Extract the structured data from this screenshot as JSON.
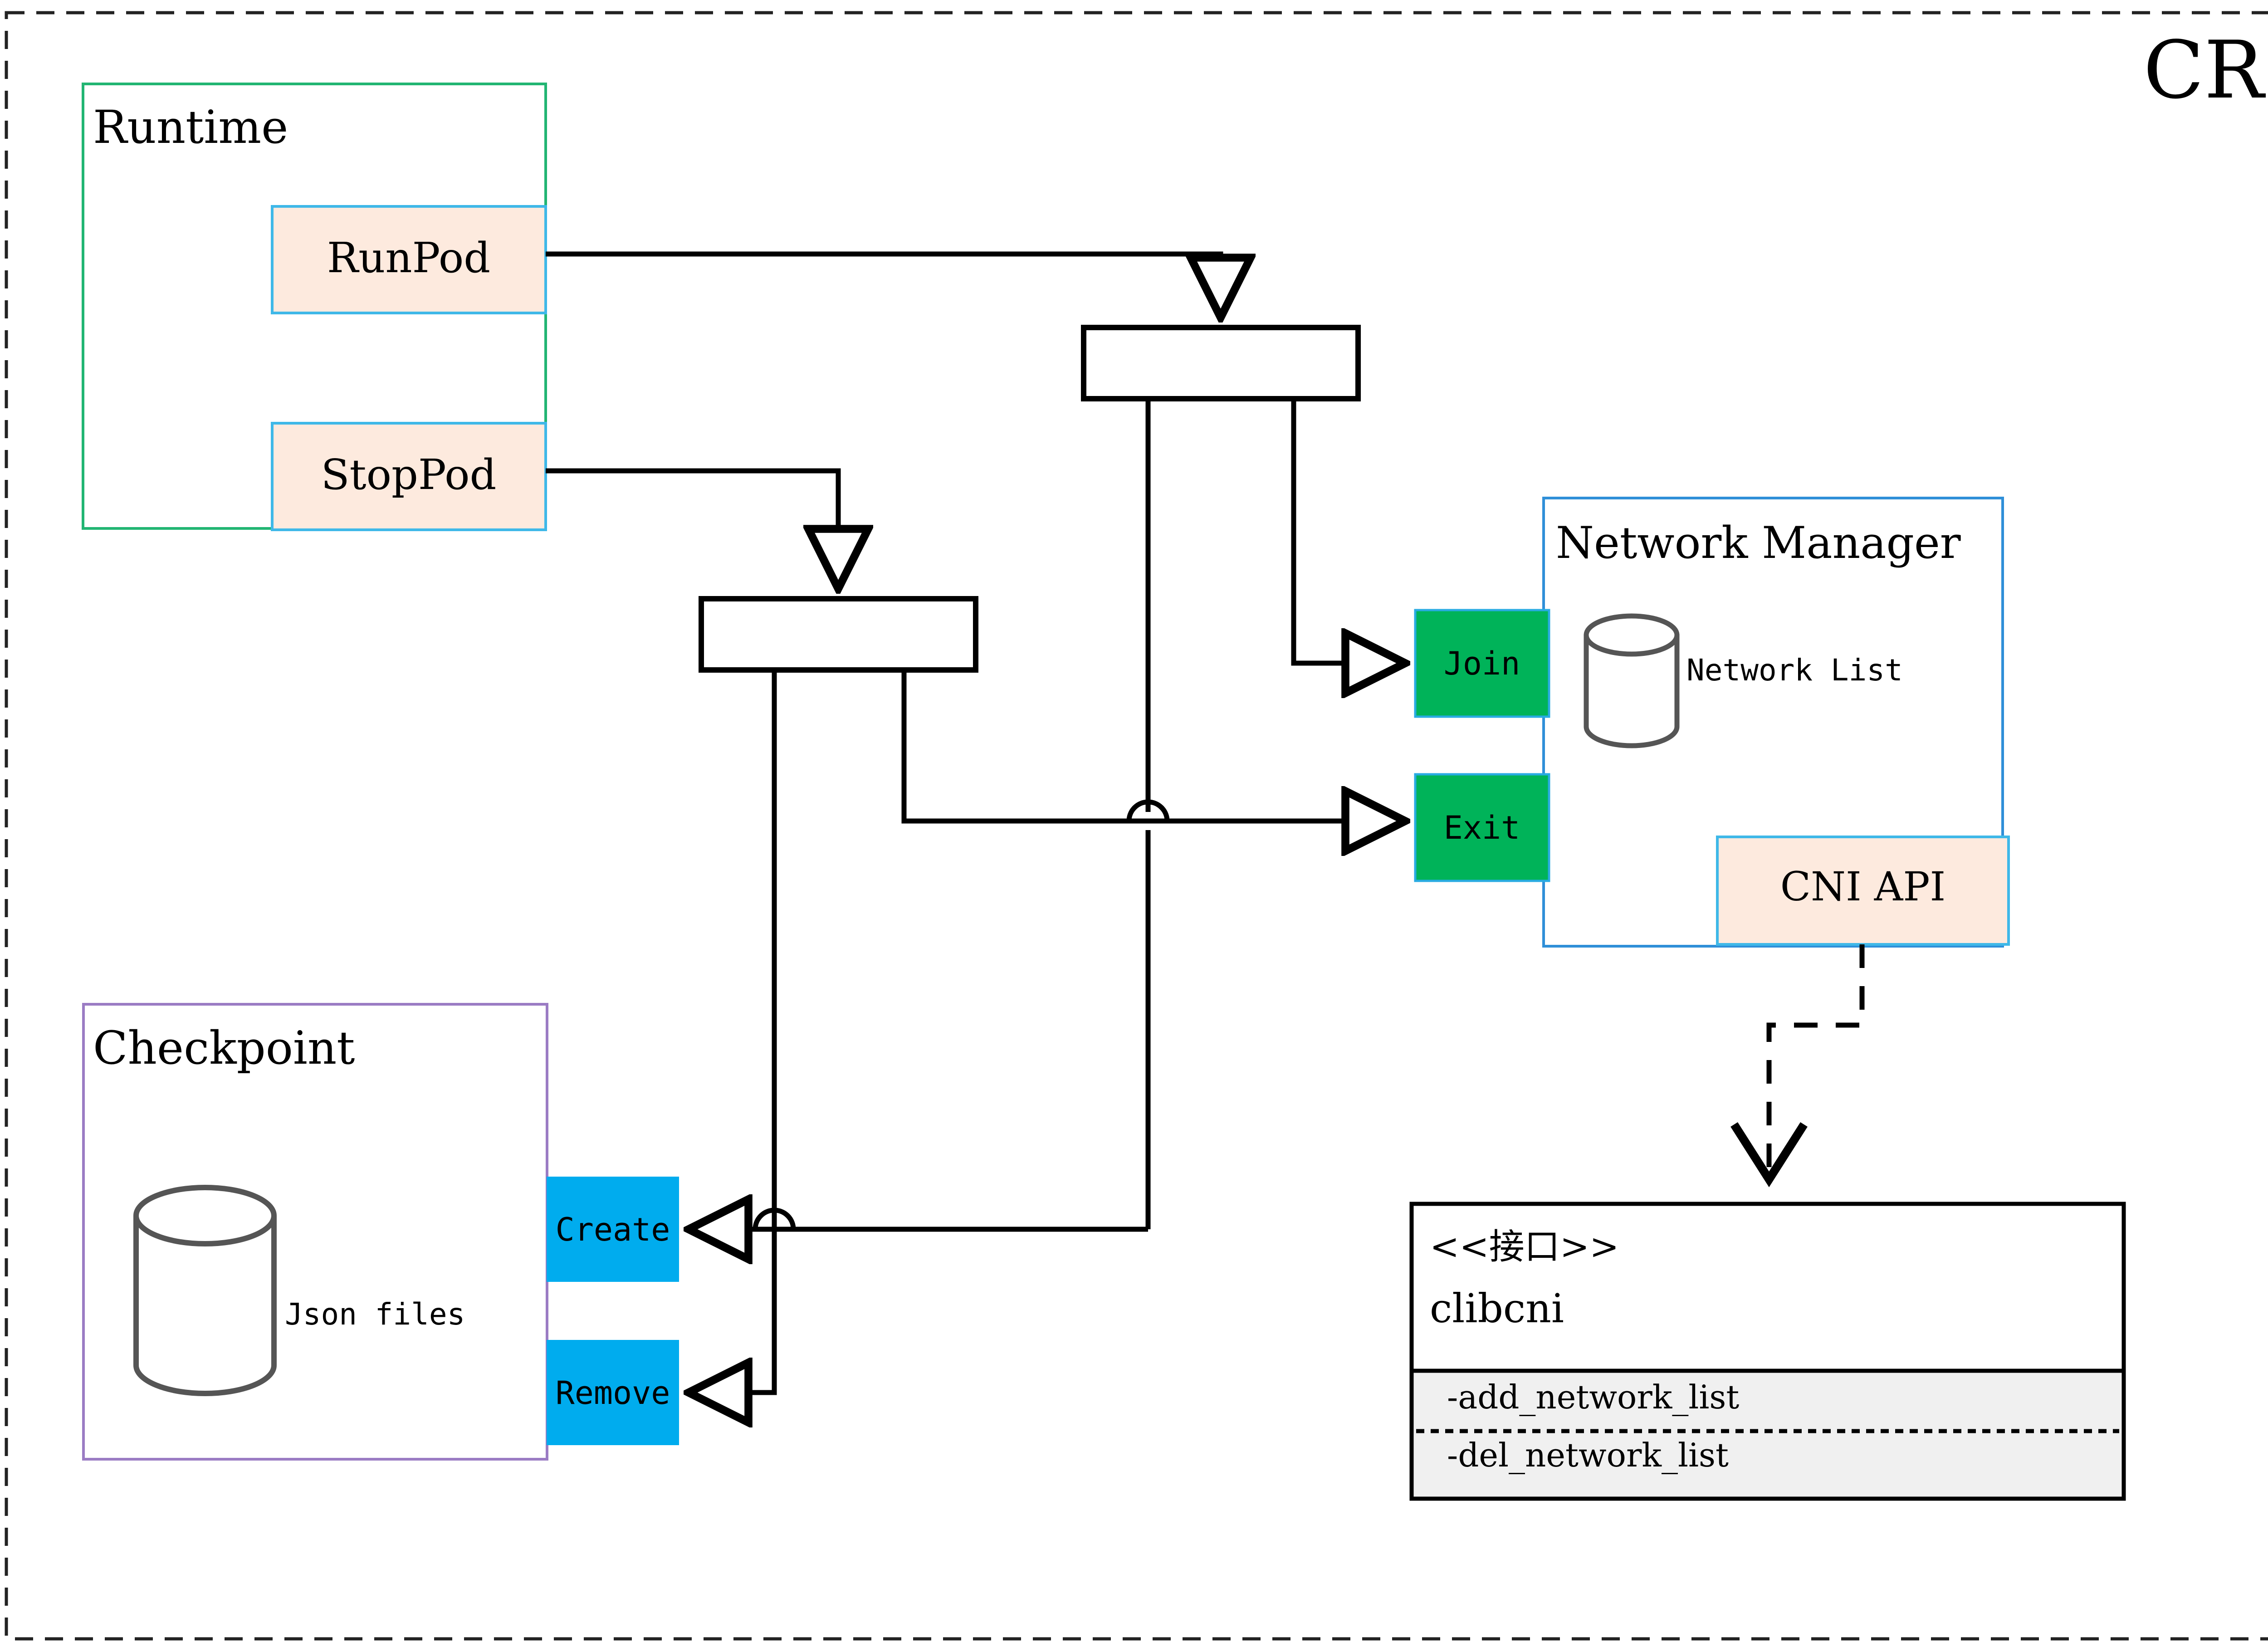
{
  "diagram": {
    "title": "CRI",
    "title_color": "#8a6d12",
    "outer_border_style": "dashed"
  },
  "packages": {
    "runtime": {
      "label": "Runtime",
      "border_color": "#22b573"
    },
    "checkpoint": {
      "label": "Checkpoint",
      "border_color": "#9b7cc4",
      "store_label": "Json files"
    },
    "network_manager": {
      "label": "Network Manager",
      "border_color": "#2f8fd8",
      "store_label": "Network List"
    }
  },
  "nodes": {
    "runpod": {
      "label": "RunPod",
      "fill": "#fdeade",
      "border": "#3fb8e8"
    },
    "stoppod": {
      "label": "StopPod",
      "fill": "#fdeade",
      "border": "#3fb8e8"
    },
    "join": {
      "label": "Join",
      "fill": "#00b359",
      "border": "#29abe2"
    },
    "exit": {
      "label": "Exit",
      "fill": "#00b359",
      "border": "#29abe2"
    },
    "create": {
      "label": "Create",
      "fill": "#00acee",
      "border": "#00acee"
    },
    "remove": {
      "label": "Remove",
      "fill": "#00acee",
      "border": "#00acee"
    },
    "cni_api": {
      "label": "CNI API",
      "fill": "#fdeade",
      "border": "#3fb8e8"
    }
  },
  "interface": {
    "stereotype": "<<接口>>",
    "name": "clibcni",
    "methods": [
      "-add_network_list",
      "-del_network_list"
    ],
    "compartment_fill": "#f0f0f0",
    "border": "#000000"
  },
  "edges": [
    {
      "from": "runpod",
      "to": "fork-top",
      "style": "solid",
      "arrow": "open-triangle"
    },
    {
      "from": "stoppod",
      "to": "fork-bottom",
      "style": "solid",
      "arrow": "open-triangle"
    },
    {
      "from": "fork-top",
      "to": "join",
      "style": "solid",
      "arrow": "open-triangle"
    },
    {
      "from": "fork-top",
      "to": "create",
      "style": "solid",
      "arrow": "open-triangle"
    },
    {
      "from": "fork-bottom",
      "to": "exit",
      "style": "solid",
      "arrow": "open-triangle"
    },
    {
      "from": "fork-bottom",
      "to": "remove",
      "style": "solid",
      "arrow": "open-triangle"
    },
    {
      "from": "cni_api",
      "to": "clibcni",
      "style": "dashed",
      "arrow": "open-vee"
    }
  ]
}
